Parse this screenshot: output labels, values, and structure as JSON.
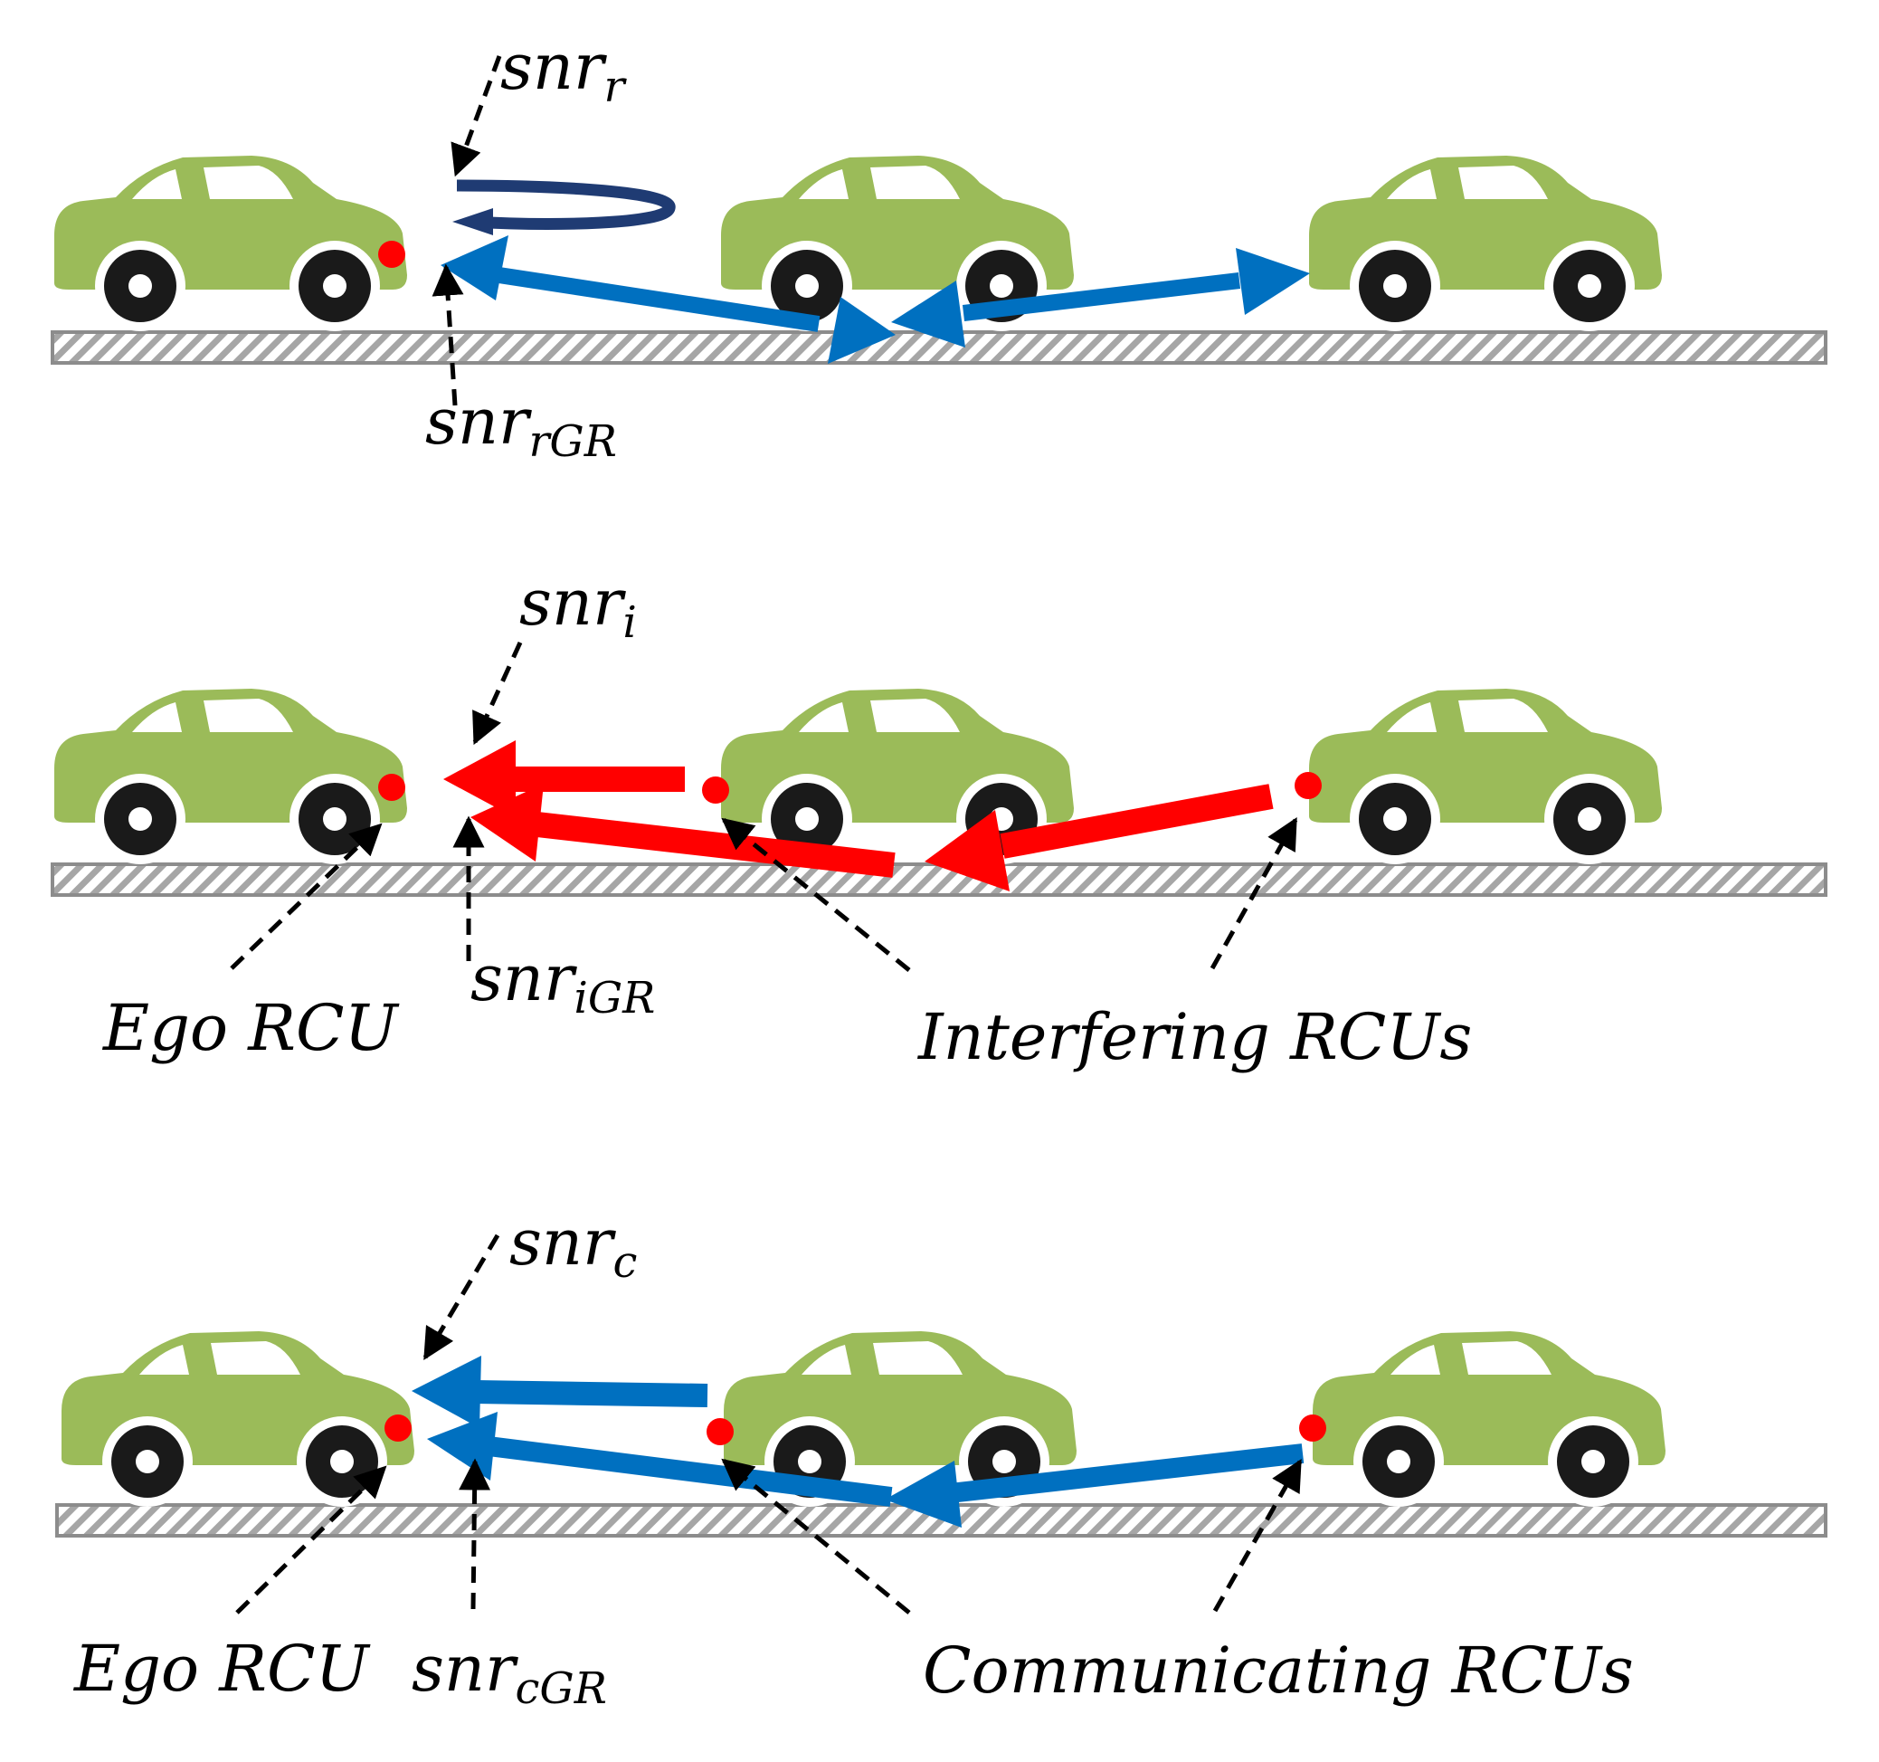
{
  "colors": {
    "car_body": "#9bbb59",
    "window": "#ffffff",
    "wheel": "#1a1a1a",
    "sensor": "#ff0000",
    "radar_arrow": "#0070c0",
    "interference_arrow": "#ff0000",
    "communication_arrow": "#0070c0",
    "self_loop": "#1f3b73",
    "road": "#a6a6a6",
    "dashed_pointer": "#000000"
  },
  "panel_radar": {
    "label_snr": {
      "base": "snr",
      "sub": "r"
    },
    "label_snr_gr": {
      "base": "snr",
      "sub": "rGR"
    }
  },
  "panel_interference": {
    "label_snr": {
      "base": "snr",
      "sub": "i"
    },
    "label_snr_gr": {
      "base": "snr",
      "sub": "iGR"
    },
    "label_ego": "Ego RCU",
    "label_others": "Interfering RCUs"
  },
  "panel_communication": {
    "label_snr": {
      "base": "snr",
      "sub": "c"
    },
    "label_snr_gr": {
      "base": "snr",
      "sub": "cGR"
    },
    "label_ego": "Ego RCU",
    "label_others": "Communicating RCUs"
  }
}
